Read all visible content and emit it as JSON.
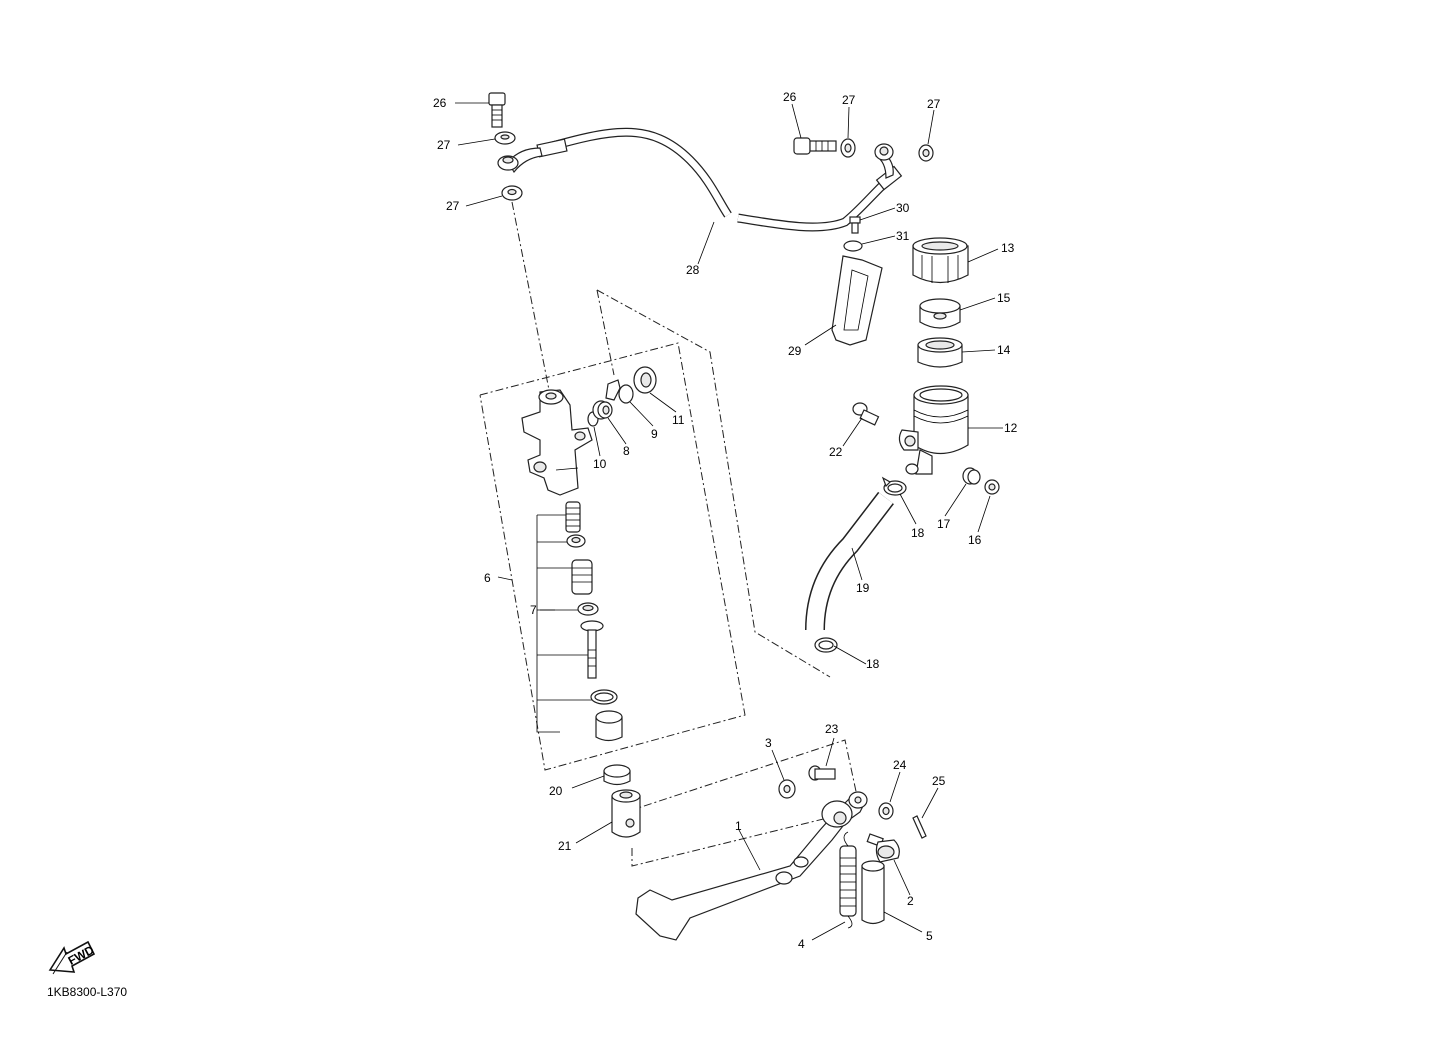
{
  "diagram_code": "1KB8300-L370",
  "fwd_label": "FWD",
  "callouts": [
    {
      "id": "c26a",
      "text": "26"
    },
    {
      "id": "c27a",
      "text": "27"
    },
    {
      "id": "c27b",
      "text": "27"
    },
    {
      "id": "c26b",
      "text": "26"
    },
    {
      "id": "c27c",
      "text": "27"
    },
    {
      "id": "c27d",
      "text": "27"
    },
    {
      "id": "c28",
      "text": "28"
    },
    {
      "id": "c30",
      "text": "30"
    },
    {
      "id": "c31",
      "text": "31"
    },
    {
      "id": "c13",
      "text": "13"
    },
    {
      "id": "c15",
      "text": "15"
    },
    {
      "id": "c14",
      "text": "14"
    },
    {
      "id": "c29",
      "text": "29"
    },
    {
      "id": "c11",
      "text": "11"
    },
    {
      "id": "c9",
      "text": "9"
    },
    {
      "id": "c8",
      "text": "8"
    },
    {
      "id": "c10",
      "text": "10"
    },
    {
      "id": "c12",
      "text": "12"
    },
    {
      "id": "c22",
      "text": "22"
    },
    {
      "id": "c17",
      "text": "17"
    },
    {
      "id": "c16",
      "text": "16"
    },
    {
      "id": "c18a",
      "text": "18"
    },
    {
      "id": "c19",
      "text": "19"
    },
    {
      "id": "c18b",
      "text": "18"
    },
    {
      "id": "c6",
      "text": "6"
    },
    {
      "id": "c7",
      "text": "7"
    },
    {
      "id": "c3",
      "text": "3"
    },
    {
      "id": "c23",
      "text": "23"
    },
    {
      "id": "c24",
      "text": "24"
    },
    {
      "id": "c25",
      "text": "25"
    },
    {
      "id": "c20",
      "text": "20"
    },
    {
      "id": "c21",
      "text": "21"
    },
    {
      "id": "c1",
      "text": "1"
    },
    {
      "id": "c2",
      "text": "2"
    },
    {
      "id": "c4",
      "text": "4"
    },
    {
      "id": "c5",
      "text": "5"
    }
  ]
}
